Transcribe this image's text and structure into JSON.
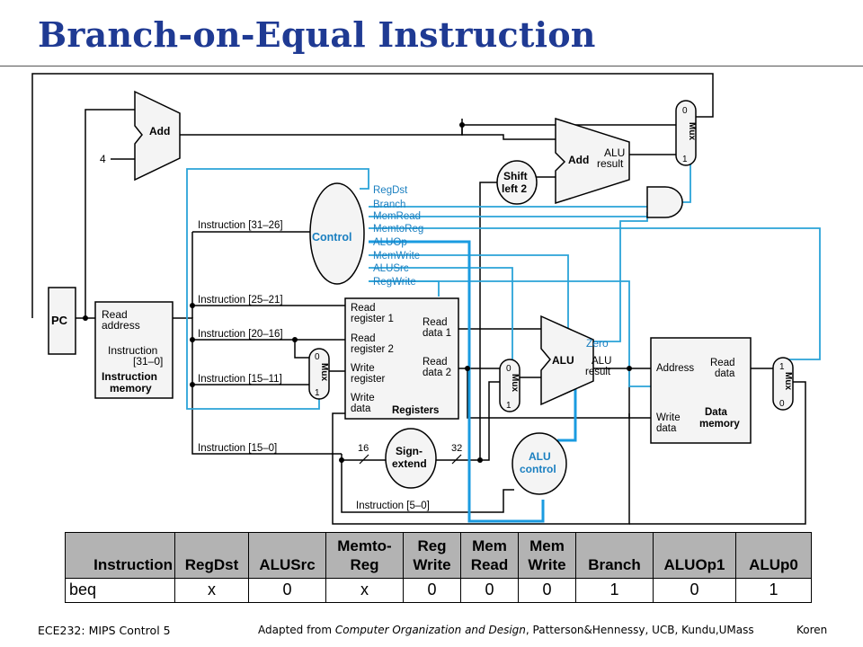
{
  "slide": {
    "title": "Branch-on-Equal Instruction"
  },
  "diagram": {
    "labels": {
      "add_top": "Add",
      "const_four": "4",
      "add_alu": "Add",
      "alu_result": "ALU",
      "alu_result2": "result",
      "shift_left": "Shift",
      "shift_left2": "left 2",
      "control": "Control",
      "instr_31_26": "Instruction [31–26]",
      "instr_25_21": "Instruction [25–21]",
      "instr_20_16": "Instruction [20–16]",
      "instr_15_11": "Instruction [15–11]",
      "instr_15_0": "Instruction [15–0]",
      "instr_5_0": "Instruction [5–0]",
      "pc": "PC",
      "read_address": "Read",
      "read_address2": "address",
      "instruction": "Instruction",
      "instruction_bits": "[31–0]",
      "instruction_memory": "Instruction",
      "instruction_memory2": "memory",
      "read_reg1": "Read",
      "read_reg1b": "register 1",
      "read_reg2": "Read",
      "read_reg2b": "register 2",
      "write_reg": "Write",
      "write_regb": "register",
      "write_data": "Write",
      "write_datab": "data",
      "read_data1": "Read",
      "read_data1b": "data 1",
      "read_data2": "Read",
      "read_data2b": "data 2",
      "registers": "Registers",
      "sign_extend": "Sign-",
      "sign_extend2": "extend",
      "bits_16": "16",
      "bits_32": "32",
      "alu": "ALU",
      "zero": "Zero",
      "alu_result_main": "ALU",
      "alu_result_main2": "result",
      "alu_control": "ALU",
      "alu_control2": "control",
      "dm_address": "Address",
      "dm_read": "Read",
      "dm_readb": "data",
      "dm_write": "Write",
      "dm_writeb": "data",
      "data_memory": "Data",
      "data_memory2": "memory",
      "mux_word": "Mux",
      "zero_in": "0",
      "one_in": "1"
    },
    "control_signals": [
      "RegDst",
      "Branch",
      "MemRead",
      "MemtoReg",
      "ALUOp",
      "MemWrite",
      "ALUSrc",
      "RegWrite"
    ],
    "colors": {
      "control_line": "#2aa3d8",
      "highlight": "#1a9be0",
      "wire": "#000000"
    }
  },
  "table": {
    "headers": [
      "Instruction",
      "RegDst",
      "ALUSrc",
      "Memto-\nReg",
      "Reg\nWrite",
      "Mem\nRead",
      "Mem\nWrite",
      "Branch",
      "ALUOp1",
      "ALUp0"
    ],
    "rows": [
      [
        "beq",
        "x",
        "0",
        "x",
        "0",
        "0",
        "0",
        "1",
        "0",
        "1"
      ]
    ]
  },
  "footer": {
    "left": "ECE232: MIPS Control 5",
    "center_prefix": "Adapted from ",
    "center_italic": "Computer Organization and Design",
    "center_suffix": ", Patterson&Hennessy, UCB, Kundu,UMass",
    "right": "Koren"
  }
}
